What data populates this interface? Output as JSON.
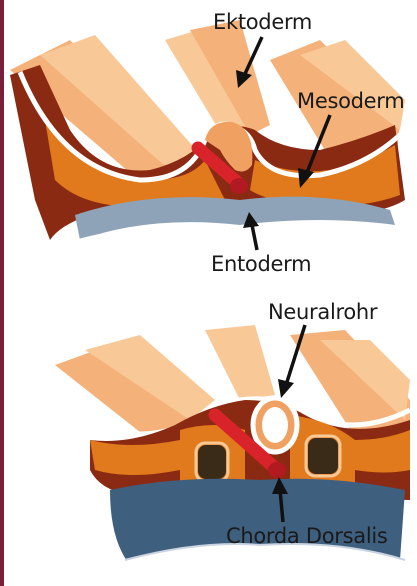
{
  "labels": {
    "ektoderm": "Ektoderm",
    "mesoderm": "Mesoderm",
    "entoderm": "Entoderm",
    "neuralrohr": "Neuralrohr",
    "chorda": "Chorda Dorsalis"
  },
  "colors": {
    "accent_rule": "#7a1f3a",
    "ectoderm_orange": "#f2a45a",
    "mesoderm_dark": "#8b2a12",
    "mesoderm_orange": "#e07a1c",
    "entoderm_blue": "#3f5f7f",
    "notochord_red": "#d8232a"
  }
}
